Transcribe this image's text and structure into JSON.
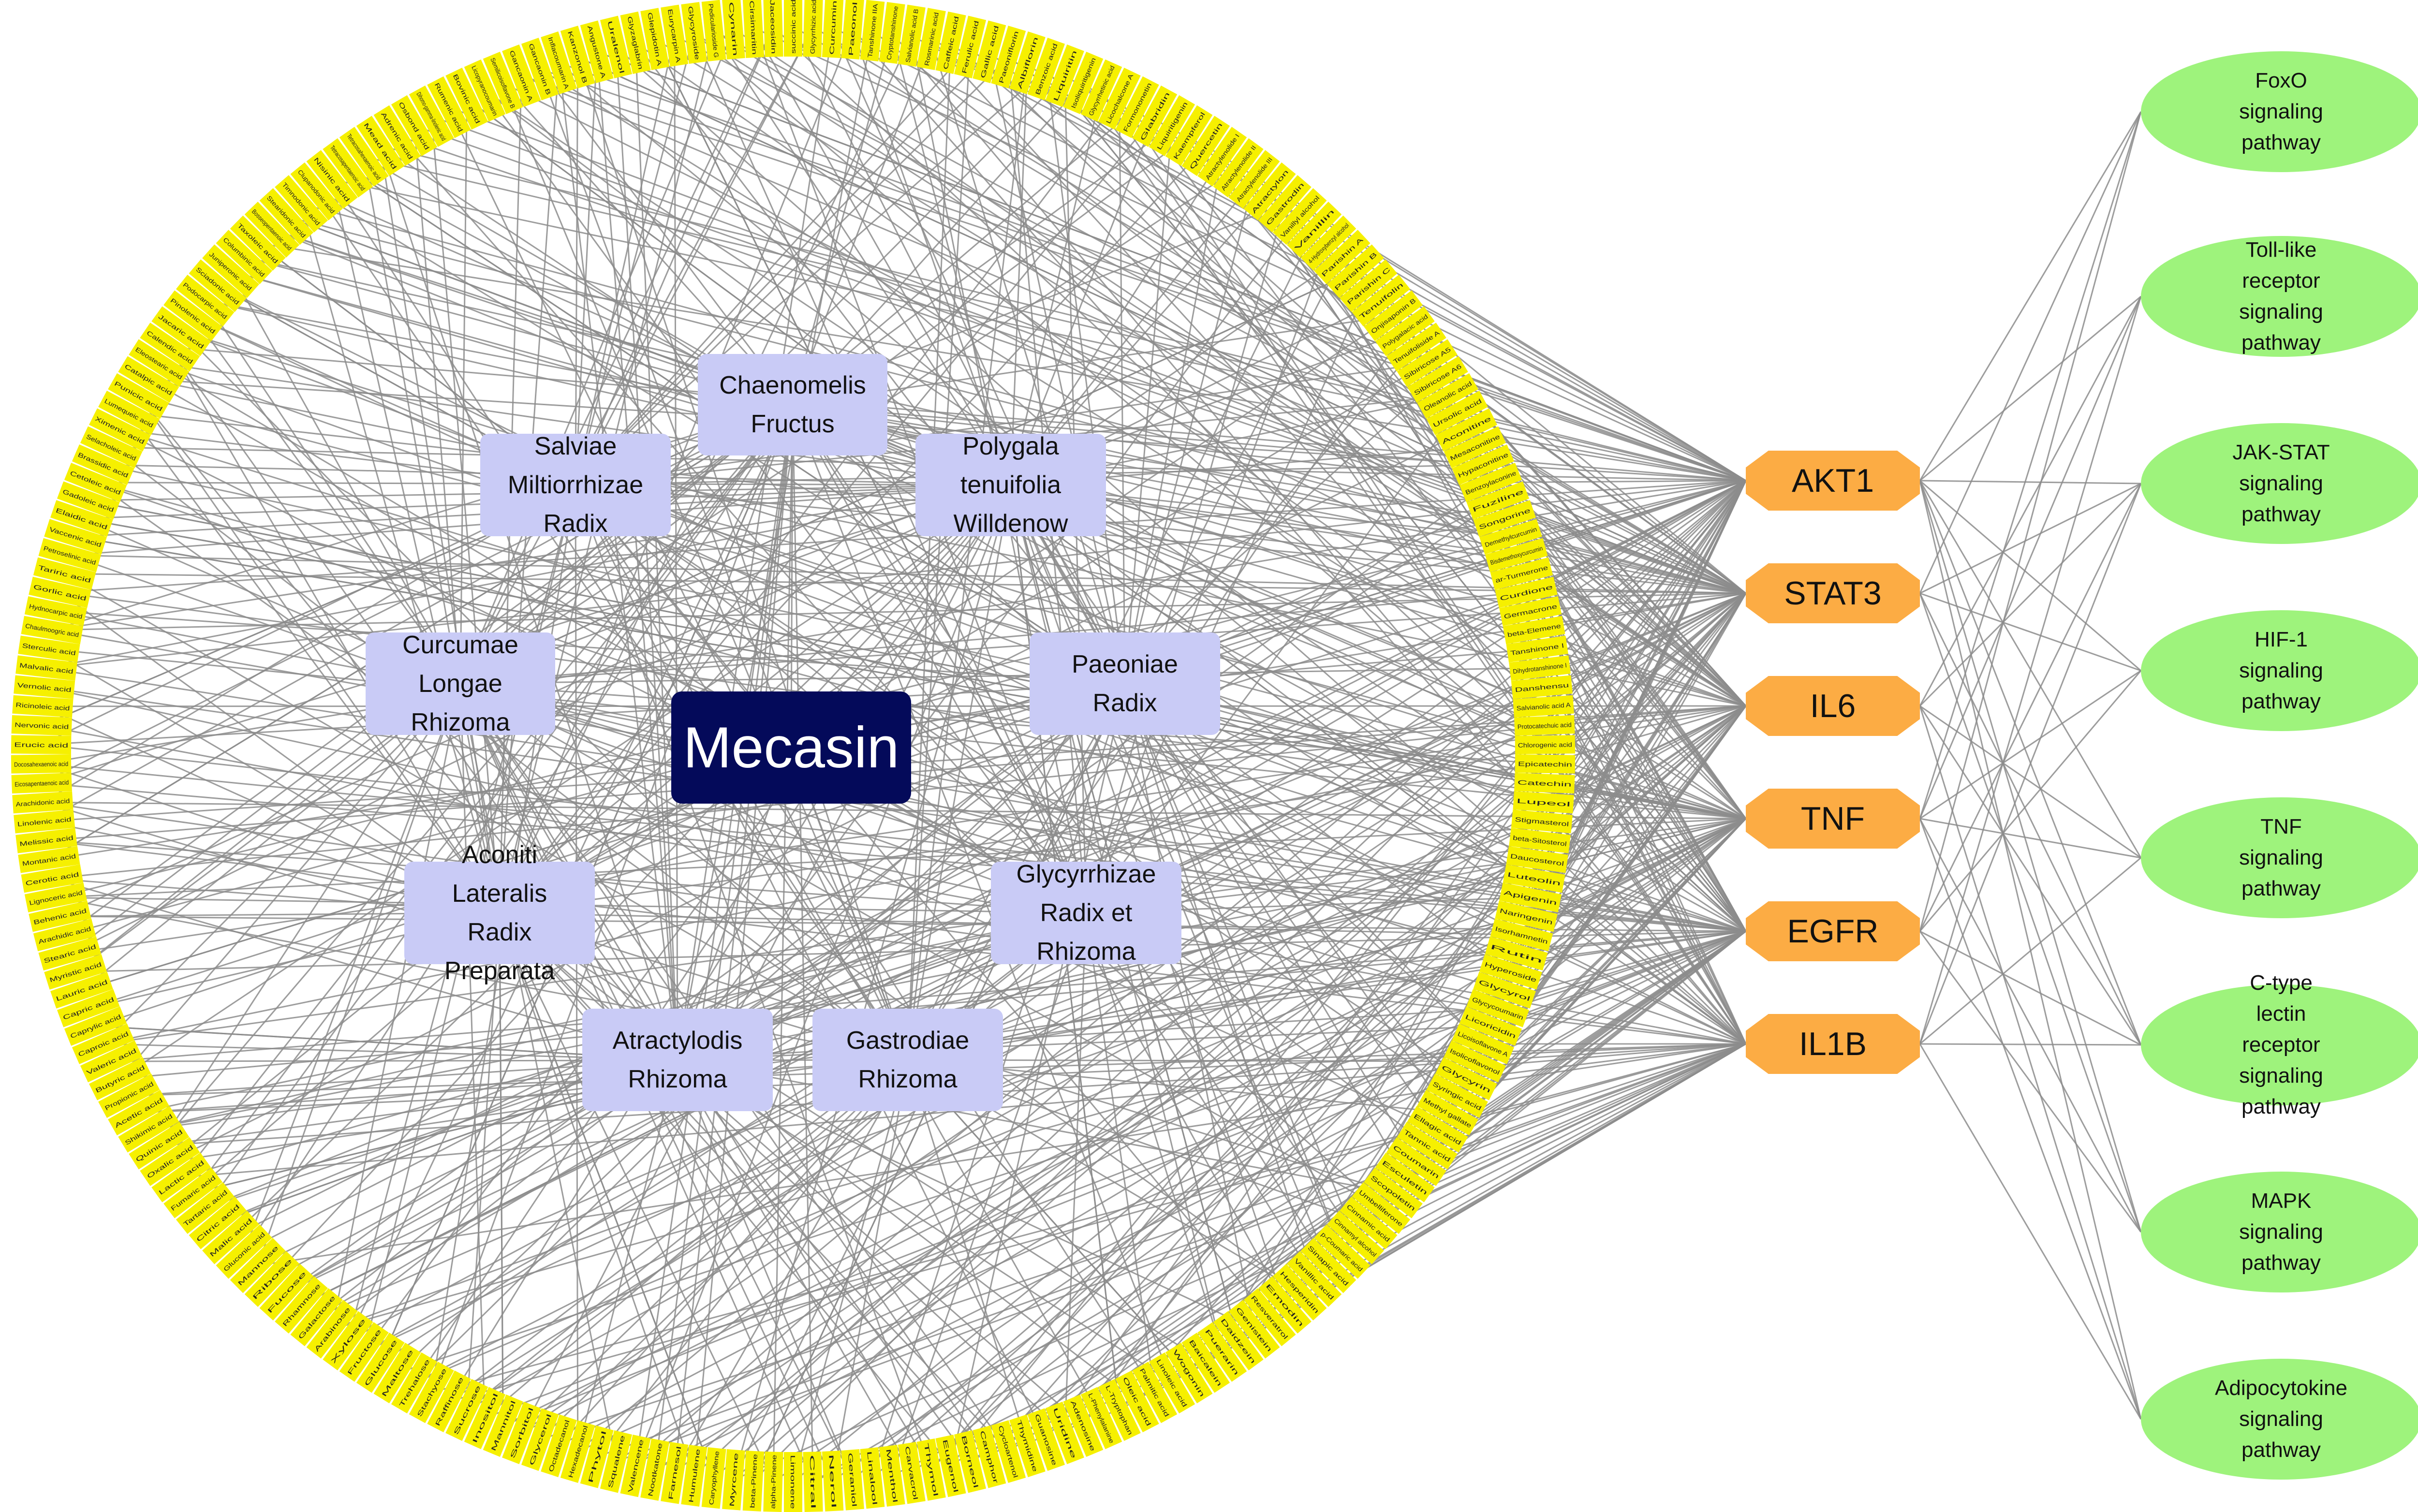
{
  "hub": {
    "label": "Mecasin"
  },
  "herbs": [
    {
      "id": "chaenomelis",
      "label": "Chaenomelis\nFructus"
    },
    {
      "id": "salviae",
      "label": "Salviae\nMiltiorrhizae\nRadix"
    },
    {
      "id": "polygala",
      "label": "Polygala\ntenuifolia\nWilldenow"
    },
    {
      "id": "curcumae",
      "label": "Curcumae\nLongae\nRhizoma"
    },
    {
      "id": "paeoniae",
      "label": "Paeoniae\nRadix"
    },
    {
      "id": "aconiti",
      "label": "Aconiti\nLateralis\nRadix\nPreparata"
    },
    {
      "id": "glycyrrhizae",
      "label": "Glycyrrhizae\nRadix et\nRhizoma"
    },
    {
      "id": "atractylodis",
      "label": "Atractylodis\nRhizoma"
    },
    {
      "id": "gastrodiae",
      "label": "Gastrodiae\nRhizoma"
    }
  ],
  "targets": [
    "AKT1",
    "STAT3",
    "IL6",
    "TNF",
    "EGFR",
    "IL1B"
  ],
  "pathways": [
    "FoxO\nsignaling\npathway",
    "Toll-like\nreceptor\nsignaling\npathway",
    "JAK-STAT\nsignaling\npathway",
    "HIF-1\nsignaling\npathway",
    "TNF\nsignaling\npathway",
    "C-type\nlectin\nreceptor\nsignaling\npathway",
    "MAPK\nsignaling\npathway",
    "Adipocytokine\nsignaling\npathway"
  ],
  "compounds": [
    "succinic acid",
    "Glycyrrhizic acid",
    "Curcumin",
    "Paeonol",
    "Tanshinone IIA",
    "Cryptotanshinone",
    "Salvianolic acid B",
    "Rosmarinic acid",
    "Caffeic acid",
    "Ferulic acid",
    "Gallic acid",
    "Paeoniflorin",
    "Albiflorin",
    "Benzoic acid",
    "Liquiritin",
    "Isoliquiritigenin",
    "Glycyrrhetinic acid",
    "Licochalcone A",
    "Formononetin",
    "Glabridin",
    "Liquiritigenin",
    "Kaempferol",
    "Quercetin",
    "Atractylenolide I",
    "Atractylenolide II",
    "Atractylenolide III",
    "Atractylon",
    "Gastrodin",
    "Vanillyl alcohol",
    "Vanillin",
    "4-Hydroxybenzyl alcohol",
    "Parishin A",
    "Parishin B",
    "Parishin C",
    "Tenuifolin",
    "Onjisaponin B",
    "Polygalacic acid",
    "Tenuifoliside A",
    "Sibiricose A5",
    "Sibiricose A6",
    "Oleanolic acid",
    "Ursolic acid",
    "Aconitine",
    "Mesaconitine",
    "Hypaconitine",
    "Benzoylaconine",
    "Fuziline",
    "Songorine",
    "Demethylcurcumin",
    "Bisdemethoxycurcumin",
    "ar-Turmerone",
    "Curdione",
    "Germacrone",
    "beta-Elemene",
    "Tanshinone I",
    "Dihydrotanshinone I",
    "Danshensu",
    "Salvianolic acid A",
    "Protocatechuic acid",
    "Chlorogenic acid",
    "Epicatechin",
    "Catechin",
    "Lupeol",
    "Stigmasterol",
    "beta-Sitosterol",
    "Daucosterol",
    "Luteolin",
    "Apigenin",
    "Naringenin",
    "Isorhamnetin",
    "Rutin",
    "Hyperoside",
    "Glycyrol",
    "Glycycoumarin",
    "Licoricidin",
    "Licoisoflavone A",
    "Isolicoflavonol",
    "Glycyrin",
    "Syringic acid",
    "Methyl gallate",
    "Ellagic acid",
    "Tannic acid",
    "Coumarin",
    "Esculetin",
    "Scopoletin",
    "Umbelliferone",
    "Cinnamic acid",
    "Cinnamyl alcohol",
    "p-Coumaric acid",
    "Sinapic acid",
    "Vanillic acid",
    "Hesperidin",
    "Emodin",
    "Resveratrol",
    "Genistein",
    "Daidzein",
    "Puerarin",
    "Baicalein",
    "Wogonin",
    "Linoleic acid",
    "Palmitic acid",
    "Oleic acid",
    "L-Tryptophan",
    "L-Phenylalanine",
    "Adenosine",
    "Uridine",
    "Guanosine",
    "Thymidine",
    "Cycloartenol",
    "Camphor",
    "Borneol",
    "Eugenol",
    "Thymol",
    "Carvacrol",
    "Menthol",
    "Linalool",
    "Geraniol",
    "Nerol",
    "Citral",
    "Limonene",
    "alpha-Pinene",
    "beta-Pinene",
    "Myrcene",
    "Caryophyllene",
    "Humulene",
    "Farnesol",
    "Nootkatone",
    "Valencene",
    "Squalene",
    "Phytol",
    "Hexadecanol",
    "Octadecanol",
    "Glycerol",
    "Sorbitol",
    "Mannitol",
    "Inositol",
    "Sucrose",
    "Raffinose",
    "Stachyose",
    "Trehalose",
    "Maltose",
    "Glucose",
    "Fructose",
    "Xylose",
    "Arabinose",
    "Galactose",
    "Rhamnose",
    "Fucose",
    "Ribose",
    "Mannose",
    "Gluconic acid",
    "Malic acid",
    "Citric acid",
    "Tartaric acid",
    "Fumaric acid",
    "Lactic acid",
    "Oxalic acid",
    "Quinic acid",
    "Shikimic acid",
    "Acetic acid",
    "Propionic acid",
    "Butyric acid",
    "Valeric acid",
    "Caproic acid",
    "Caprylic acid",
    "Capric acid",
    "Lauric acid",
    "Myristic acid",
    "Stearic acid",
    "Arachidic acid",
    "Behenic acid",
    "Lignoceric acid",
    "Cerotic acid",
    "Montanic acid",
    "Melissic acid",
    "Linolenic acid",
    "Arachidonic acid",
    "Eicosapentaenoic acid",
    "Docosahexaenoic acid",
    "Erucic acid",
    "Nervonic acid",
    "Ricinoleic acid",
    "Vernolic acid",
    "Malvalic acid",
    "Sterculic acid",
    "Chaulmoogric acid",
    "Hydnocarpic acid",
    "Gorlic acid",
    "Tariric acid",
    "Petroselinic acid",
    "Vaccenic acid",
    "Elaidic acid",
    "Gadoleic acid",
    "Cetoleic acid",
    "Brassidic acid",
    "Selacholeic acid",
    "Ximenic acid",
    "Lumequeic acid",
    "Punicic acid",
    "Catalpic acid",
    "Eleostearic acid",
    "Calendic acid",
    "Jacaric acid",
    "Pinolenic acid",
    "Podocarpic acid",
    "Sciadonic acid",
    "Juniperonic acid",
    "Columbinic acid",
    "Taxoleic acid",
    "Bosseopentaenoic acid",
    "Stearidonic acid",
    "Timnodonic acid",
    "Clupanodonic acid",
    "Nisinic acid",
    "Tetracosapentaenoic acid",
    "Tetracosahexaenoic acid",
    "Mead acid",
    "Adrenic acid",
    "Osbond acid",
    "Dihomo-gamma-linolenic acid",
    "Rumenic acid",
    "Bovinic acid",
    "Licopyranocoumarin",
    "Semilicoisoflavone B",
    "Gancaonin A",
    "Gancaonin B",
    "Inflacoumarin A",
    "Kanzonol B",
    "Angustone A",
    "Uralenol",
    "Glyzaglabrin",
    "Glepidotin A",
    "Eurycarpin A",
    "Glycyroside",
    "Pedicularioside G",
    "Cynarin",
    "Cirsimaritin",
    "Jaceosidin"
  ]
}
